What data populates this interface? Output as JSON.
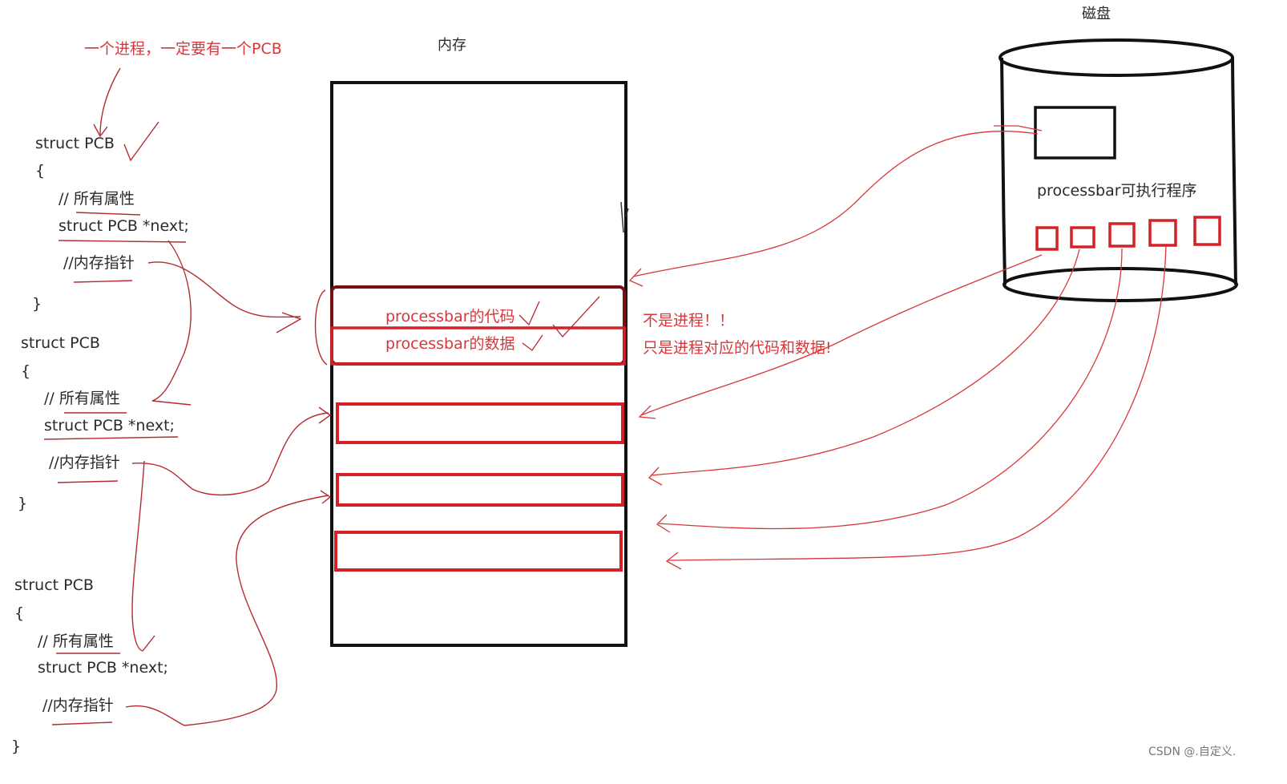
{
  "colors": {
    "ink": "#2a2a2a",
    "annotation_red": "#d8373a",
    "box_red": "#d42127"
  },
  "top_note": "一个进程，一定要有一个PCB",
  "pcb_blocks": [
    {
      "decl": "struct PCB",
      "open": "{",
      "comment_attrs": "// 所有属性",
      "next_ptr": "struct PCB *next;",
      "comment_mem": "//内存指针",
      "close": "}"
    },
    {
      "decl": "struct PCB",
      "open": "{",
      "comment_attrs": "// 所有属性",
      "next_ptr": "struct PCB *next;",
      "comment_mem": "//内存指针",
      "close": "}"
    },
    {
      "decl": "struct PCB",
      "open": "{",
      "comment_attrs": "// 所有属性",
      "next_ptr": "struct PCB *next;",
      "comment_mem": "//内存指针",
      "close": "}"
    }
  ],
  "memory": {
    "label": "内存",
    "code_label": "processbar的代码",
    "data_label": "processbar的数据"
  },
  "annotation": {
    "line1": "不是进程！！",
    "line2": "只是进程对应的代码和数据!"
  },
  "disk": {
    "label": "磁盘",
    "program_label": "processbar可执行程序"
  },
  "watermark": "CSDN @.自定义."
}
